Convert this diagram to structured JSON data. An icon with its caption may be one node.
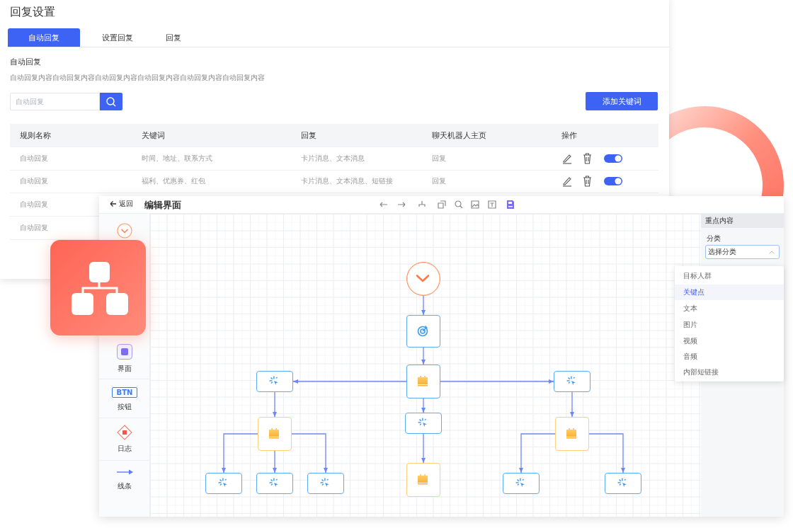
{
  "diagram": {
    "nodes": [
      {
        "text": [],
        "shape": "circle"
      },
      {
        "text": [],
        "shape": "box"
      },
      {
        "text": [],
        "shape": "box"
      },
      {
        "text": [],
        "shape": "box"
      },
      {
        "text": [],
        "shape": "box"
      },
      {
        "text": [],
        "shape": "box"
      },
      {
        "text": [],
        "shape": "box"
      },
      {
        "text": [],
        "shape": "box"
      },
      {
        "text": [],
        "shape": "box"
      },
      {
        "text": [],
        "shape": "box"
      },
      {
        "text": [],
        "shape": "box"
      },
      {
        "text": [],
        "shape": "box"
      },
      {
        "text": [],
        "shape": "box"
      },
      {
        "text": [],
        "shape": "box"
      }
    ],
    "edges": [
      {
        "from": 0,
        "to": 1,
        "arrow": "to"
      },
      {
        "from": 1,
        "to": 3,
        "arrow": "to"
      },
      {
        "from": 3,
        "to": 2,
        "arrow": "to"
      },
      {
        "from": 3,
        "to": 4,
        "arrow": "to"
      },
      {
        "from": 3,
        "to": 5,
        "arrow": "to"
      },
      {
        "from": 2,
        "to": 6,
        "arrow": "to"
      },
      {
        "from": 4,
        "to": 7,
        "arrow": "to"
      },
      {
        "from": 5,
        "to": 8,
        "arrow": "to"
      },
      {
        "from": 6,
        "to": 9,
        "arrow": "to"
      },
      {
        "from": 6,
        "to": 10,
        "arrow": "to"
      },
      {
        "from": 6,
        "to": 11,
        "arrow": "to"
      },
      {
        "from": 7,
        "to": 12,
        "arrow": "to"
      },
      {
        "from": 7,
        "to": 13,
        "arrow": "to"
      }
    ],
    "labels": [
      "回复设置",
      "自动回复",
      "设置回复",
      "回复",
      "自动回复",
      "自动回复内容自动回复内容自动回复内容自动回复内容自动回复内容自动回复内容",
      "自动回复",
      "添加关键词",
      "规则名称",
      "关键词",
      "回复",
      "聊天机器人主页",
      "操作",
      "自动回复",
      "时间、地址、联系方式",
      "卡片消息、文本消息",
      "回复",
      "自动回复",
      "福利、优惠券、红包",
      "卡片消息、文本消息、短链接",
      "回复",
      "自动回复",
      "自动回复",
      "返回",
      "编辑界面",
      "界面",
      "BTN",
      "按钮",
      "日志",
      "线条",
      "重点内容",
      "分类",
      "选择分类",
      "目标人群",
      "关键点",
      "文本",
      "图片",
      "视频",
      "音频",
      "内部短链接"
    ]
  }
}
